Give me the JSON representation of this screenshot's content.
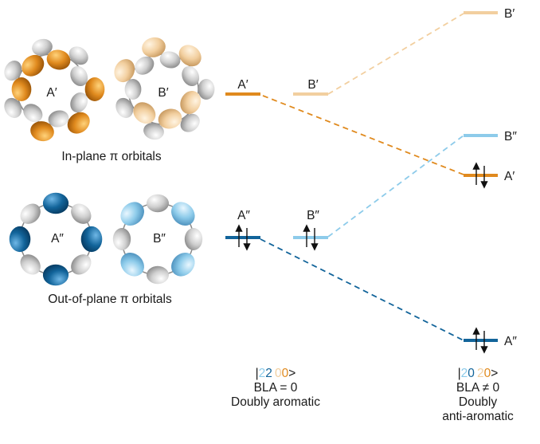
{
  "colors": {
    "in_plane_A": "#e08a1e",
    "in_plane_B": "#f2cf9f",
    "out_plane_A": "#12649a",
    "out_plane_B": "#8dcbea",
    "lobe_grey": "#c9c9c9",
    "text": "#1a1a1a"
  },
  "orbitals": {
    "in_plane_caption": "In-plane π orbitals",
    "out_plane_caption": "Out-of-plane π orbitals",
    "labels": {
      "a1": "A′",
      "b1": "B′",
      "a2": "A″",
      "b2": "B″"
    }
  },
  "levels": {
    "left_a1": "A′",
    "left_b1": "B′",
    "left_a2": "A″",
    "left_b2": "B″",
    "right_b1": "B′",
    "right_b2": "B″",
    "right_a1": "A′",
    "right_a2": "A″"
  },
  "states": {
    "left": {
      "ket_open": "|",
      "d1": "2",
      "d2": "2",
      "d3": "0",
      "d4": "0",
      "ket_close": ">",
      "bla": "BLA = 0",
      "desc1": "Doubly aromatic",
      "desc2": ""
    },
    "right": {
      "ket_open": "|",
      "d1": "2",
      "d2": "0",
      "d3": "2",
      "d4": "0",
      "ket_close": ">",
      "bla": "BLA ≠ 0",
      "desc1": "Doubly",
      "desc2": "anti-aromatic"
    }
  }
}
